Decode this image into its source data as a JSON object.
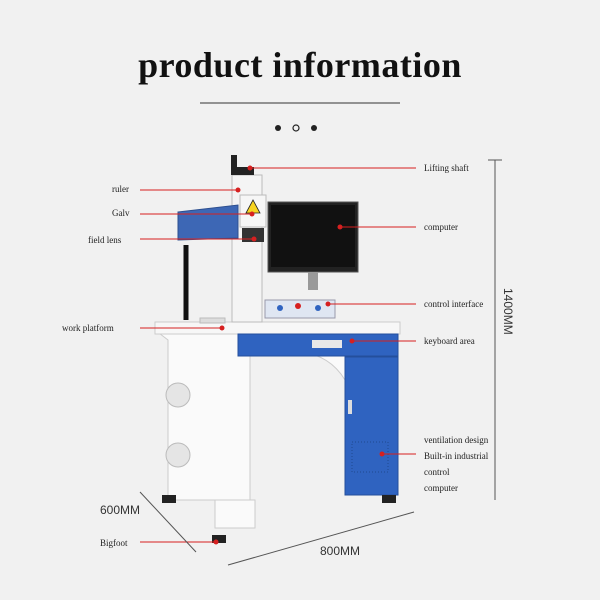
{
  "title": "product information",
  "labels_left": {
    "ruler": "ruler",
    "galv": "Galv",
    "field_lens": "field lens",
    "work_platform": "work platform",
    "bigfoot": "Bigfoot"
  },
  "labels_right": {
    "lifting_shaft": "Lifting shaft",
    "computer": "computer",
    "control_interface": "control interface",
    "keyboard_area": "keyboard area",
    "ventilation": "ventilation design",
    "builtin_1": "Built-in industrial",
    "builtin_2": "control",
    "builtin_3": "computer"
  },
  "dimensions": {
    "height": "1400MM",
    "depth": "600MM",
    "width": "800MM"
  },
  "colors": {
    "accent": "#d62020",
    "blue": "#2f63c0",
    "background": "#f1f1f1"
  }
}
